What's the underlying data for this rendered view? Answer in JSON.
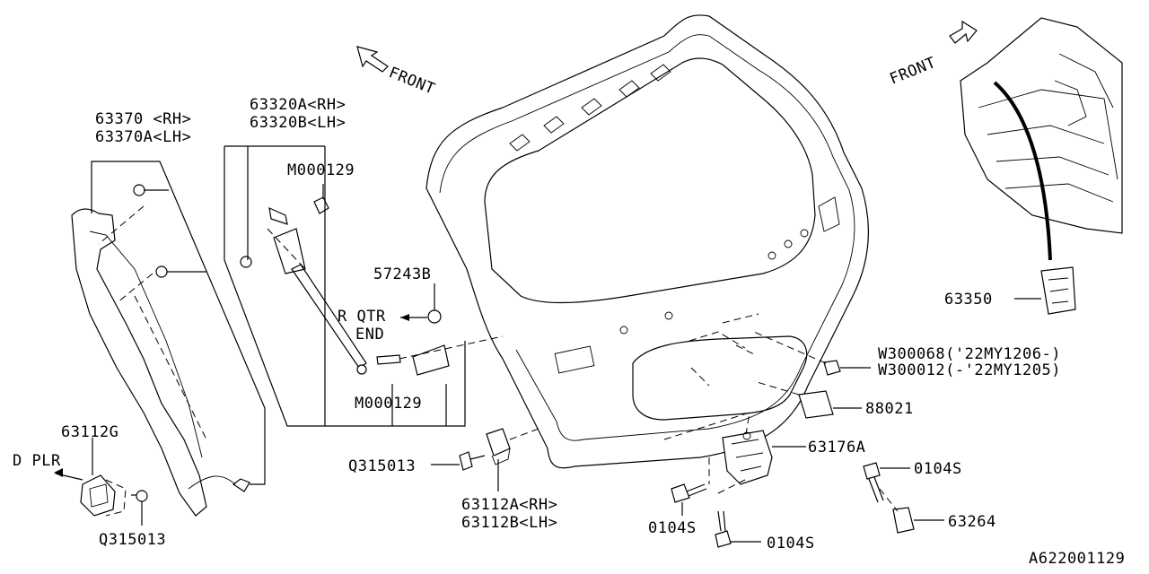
{
  "diagram": {
    "ref_code": "A622001129",
    "front_labels": [
      "FRONT",
      "FRONT"
    ],
    "labels": {
      "p63370_rh": "63370 <RH>",
      "p63370a_lh": "63370A<LH>",
      "p63320a_rh": "63320A<RH>",
      "p63320b_lh": "63320B<LH>",
      "m000129_top": "M000129",
      "m000129_bottom": "M000129",
      "p57243b": "57243B",
      "r_qtr": "R QTR",
      "end": "END",
      "p63350": "63350",
      "w300068": "W300068('22MY1206-)",
      "w300012": "W300012(-'22MY1205)",
      "p88021": "88021",
      "p63176a": "63176A",
      "p0104s_right": "0104S",
      "p0104s_left": "0104S",
      "p0104s_bottom": "0104S",
      "p63264": "63264",
      "p63112g": "63112G",
      "d_plr": "D PLR",
      "q315013_left": "Q315013",
      "q315013_mid": "Q315013",
      "p63112a_rh": "63112A<RH>",
      "p63112b_lh": "63112B<LH>"
    }
  }
}
